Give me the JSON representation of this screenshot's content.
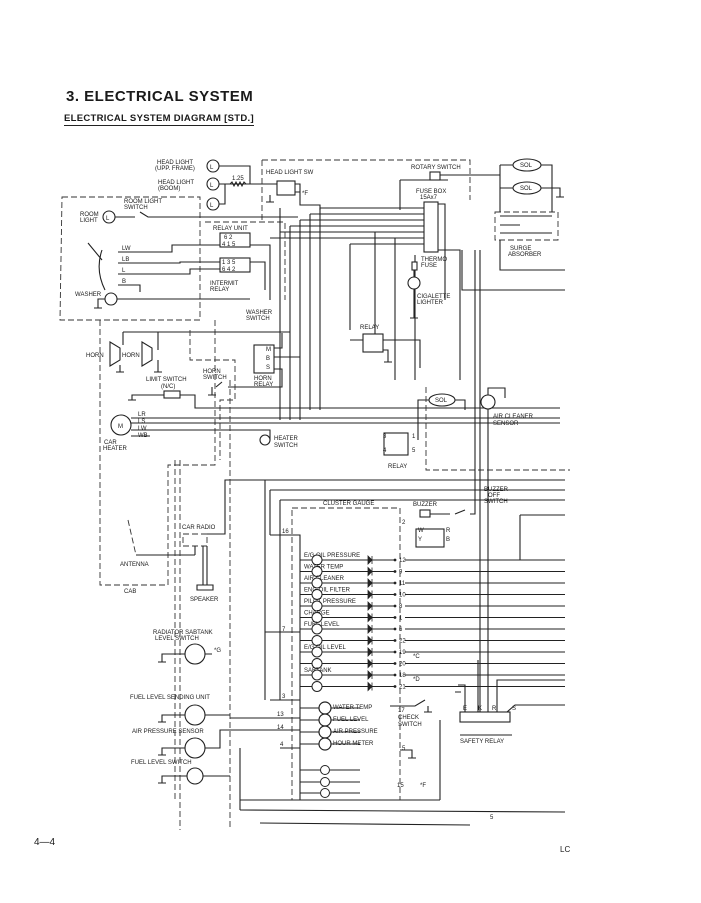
{
  "header": {
    "title": "3.  ELECTRICAL SYSTEM",
    "subtitle": "ELECTRICAL SYSTEM DIAGRAM [STD.]"
  },
  "footer": {
    "page_number": "4—4",
    "corner_code": "LC"
  },
  "components": {
    "headlight_upper": [
      "HEAD LIGHT",
      "(UPP. FRAME)"
    ],
    "headlight_boom": [
      "HEAD LIGHT",
      "(BOOM)"
    ],
    "wire_size": "1.25",
    "headlight_sw": "HEAD LIGHT SW",
    "note_f": "*F",
    "rotary_switch": "ROTARY SWITCH",
    "fuse_box": [
      "FUSE BOX",
      "15Ax7"
    ],
    "sol": "SOL",
    "surge_absorber": [
      "SURGE",
      "ABSORBER"
    ],
    "room_light": [
      "ROOM",
      "LIGHT"
    ],
    "room_light_switch": [
      "ROOM LIGHT",
      "SWITCH"
    ],
    "relay_unit": "RELAY UNIT",
    "relay_unit_pins_top": [
      "6",
      "2",
      "4",
      "1",
      "5"
    ],
    "relay_unit_pins_bottom": [
      "1",
      "3",
      "5",
      "6",
      "4",
      "2"
    ],
    "wiper_terminals": [
      "LW",
      "LB",
      "L",
      "B"
    ],
    "washer": "WASHER",
    "intermit_relay": [
      "INTERMIT",
      "RELAY"
    ],
    "washer_switch": [
      "WASHER",
      "SWITCH"
    ],
    "thermo_fuse": [
      "THERMO",
      "FUSE"
    ],
    "cigarette_lighter": [
      "CIGALETTE",
      "LIGHTER"
    ],
    "relay": "RELAY",
    "horn": "HORN",
    "horn_relay": [
      "HORN",
      "RELAY"
    ],
    "horn_relay_pins": [
      "M",
      "B",
      "S"
    ],
    "horn_switch": [
      "HORN",
      "SWITCH"
    ],
    "limit_switch": [
      "LIMIT SWITCH",
      "(N/C)"
    ],
    "motor": "M",
    "car_heater": [
      "CAR",
      "HEATER"
    ],
    "heater_terminals": [
      "LR",
      "LS",
      "LW",
      "WB"
    ],
    "heater_switch": [
      "HEATER",
      "SWITCH"
    ],
    "air_cleaner_sensor": [
      "AIR CLEANER",
      "SENSOR"
    ],
    "relay2_pins": [
      "3",
      "1",
      "4",
      "5"
    ],
    "buzzer": "BUZZER",
    "buzzer_off_switch": [
      "BUZZER",
      "OFF",
      "SWITCH"
    ],
    "buzzer_pins": [
      "W",
      "R",
      "Y",
      "B"
    ],
    "cluster_gauge": "CLUSTER GAUGE",
    "car_radio": "CAR RADIO",
    "antenna": "ANTENNA",
    "cab": "CAB",
    "speaker": "SPEAKER",
    "radiator_switch": [
      "RADIATOR SABTANK",
      "LEVEL SWITCH"
    ],
    "note_g": "*G",
    "fuel_level_sending_unit": "FUEL LEVEL SENDING UNIT",
    "air_pressure_sensor": "AIR PRESSURE SENSOR",
    "fuel_level_switch": "FUEL LEVEL SWITCH",
    "check_switch": [
      "17",
      "CHECK",
      "SWITCH"
    ],
    "safety_relay": "SAFETY RELAY",
    "safety_relay_pins": [
      "E",
      "K",
      "R",
      "S"
    ],
    "note_c": "*C",
    "note_d": "*D",
    "note_f2": "*F",
    "bottom_wire": "5"
  },
  "cluster_lamps": [
    {
      "label": "E/G OIL PRESSURE",
      "terminal": "12"
    },
    {
      "label": "WATER TEMP",
      "terminal": "9"
    },
    {
      "label": "AIR CLEANER",
      "terminal": "11"
    },
    {
      "label": "ENG OIL FILTER",
      "terminal": "10"
    },
    {
      "label": "PILOT PRESSURE",
      "terminal": "8"
    },
    {
      "label": "CHARGE",
      "terminal": "1"
    },
    {
      "label": "FUEL LEVEL",
      "terminal": "6"
    },
    {
      "label": "",
      "terminal": "22"
    },
    {
      "label": "E/G OIL LEVEL",
      "terminal": "19"
    },
    {
      "label": "",
      "terminal": "20"
    },
    {
      "label": "SABTANK",
      "terminal": "18"
    },
    {
      "label": "",
      "terminal": "21"
    }
  ],
  "cluster_meters": [
    {
      "label": "WATER TEMP"
    },
    {
      "label": "FUEL LEVEL"
    },
    {
      "label": "AIR PRESSURE"
    },
    {
      "label": "HOUR METER"
    }
  ],
  "left_terminals": [
    "16",
    "7",
    "3",
    "13",
    "14",
    "4"
  ],
  "right_terminals": [
    "2",
    "5",
    "15"
  ]
}
